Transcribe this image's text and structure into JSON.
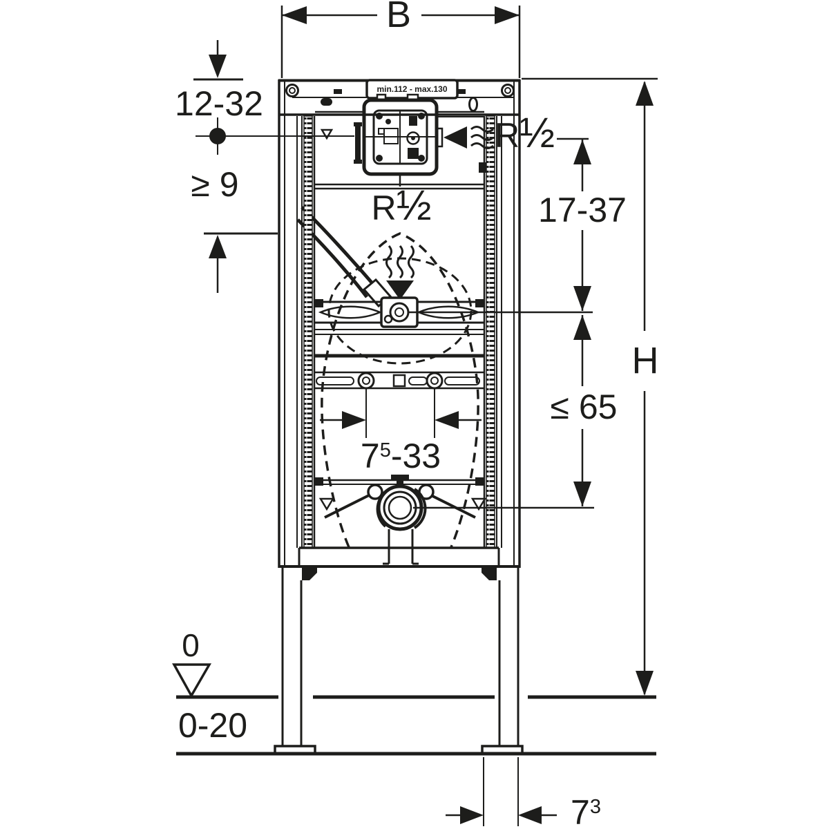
{
  "figure": {
    "description": "Technical installation dimension drawing of a wall-mounted urinal frame element",
    "line_color": "#1d1d1b",
    "background_color": "#ffffff"
  },
  "labels": {
    "width_b": "B",
    "height_h": "H",
    "top_offset": "12-32",
    "min_clearance": "≥ 9",
    "water_supply_top": {
      "prefix": "R",
      "fraction": "½"
    },
    "water_supply_mid": {
      "prefix": "R",
      "fraction": "½"
    },
    "supply_height_range": "17-37",
    "outlet_height_max": "≤ 65",
    "fixing_centres": {
      "base": "7",
      "sup": "5",
      "rest": "-33"
    },
    "zero_level": "0",
    "floor_buildup_range": "0-20",
    "foot_offset": {
      "base": "7",
      "sup": "3"
    },
    "adjustment_plate": "min.112 - max.130"
  }
}
